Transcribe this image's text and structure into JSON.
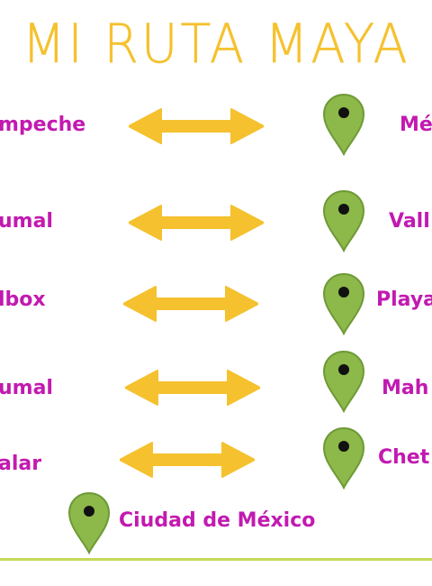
{
  "title": "MI RUTA MAYA",
  "left_column": [
    "mpeche",
    "umal",
    "lbox",
    "umal",
    "alar"
  ],
  "right_column": [
    "Mé",
    "Vall",
    "Playa",
    "Mah",
    "Chet"
  ],
  "final_stop": "Ciudad de México",
  "icons": {
    "connector": "double-headed-arrow-icon",
    "stop": "map-pin-icon"
  },
  "colors": {
    "title": "#f5c12e",
    "city_text": "#c21ab0",
    "arrow": "#f5c12e",
    "pin": "#8db84a",
    "baseline": "#c6d95a"
  }
}
